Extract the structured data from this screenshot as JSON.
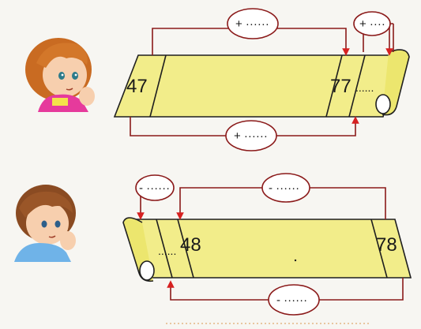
{
  "colors": {
    "strip": "#f2ed8a",
    "strip_edge": "#1f1f1f",
    "arrow_line": "#8b1a1a",
    "arrow_head": "#d62020",
    "background": "#f7f6f2"
  },
  "top_strip": {
    "start_number": "47",
    "end_number": "77",
    "blank": "......",
    "oval_top_left": "+ ······",
    "oval_top_right": "+ ····",
    "oval_bottom": "+ ······"
  },
  "bottom_strip": {
    "start_number": "48",
    "end_number": "78",
    "blank": "......",
    "oval_top_left": "- ······",
    "oval_top_right": "- ······",
    "oval_bottom": "- ······"
  },
  "icons": {
    "girl": "girl-thinking-icon",
    "boy": "boy-thinking-icon"
  }
}
